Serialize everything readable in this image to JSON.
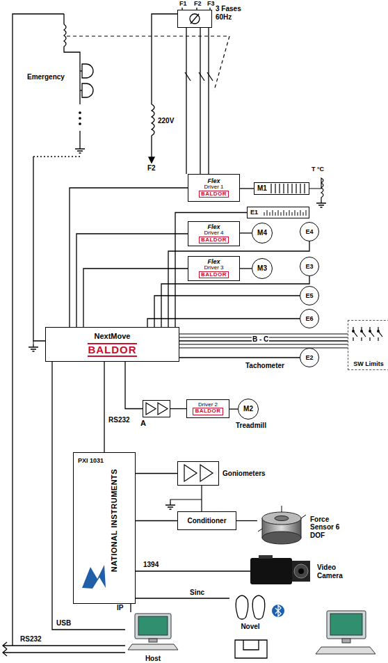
{
  "diagram": {
    "nodes": [
      {
        "text": [
          "3 Fases 60Hz"
        ]
      },
      {
        "text": [
          "Flex",
          "Driver 1",
          "BALDOR"
        ]
      },
      {
        "text": [
          "M1"
        ]
      },
      {
        "text": [
          "E1"
        ]
      },
      {
        "text": [
          "Flex",
          "Driver 4",
          "BALDOR"
        ]
      },
      {
        "text": [
          "M4"
        ]
      },
      {
        "text": [
          "E4"
        ]
      },
      {
        "text": [
          "Flex",
          "Driver 3",
          "BALDOR"
        ]
      },
      {
        "text": [
          "M3"
        ]
      },
      {
        "text": [
          "E3"
        ]
      },
      {
        "text": [
          "E5"
        ]
      },
      {
        "text": [
          "E6"
        ]
      },
      {
        "text": [
          "NextMove",
          "BALDOR"
        ]
      },
      {
        "text": [
          "SW Limits"
        ]
      },
      {
        "text": [
          "E2"
        ]
      },
      {
        "text": [
          "A"
        ]
      },
      {
        "text": [
          "Driver 2",
          "BALDOR"
        ]
      },
      {
        "text": [
          "M2"
        ]
      },
      {
        "text": [
          "PXI 1031",
          "NATIONAL INSTRUMENTS"
        ]
      },
      {
        "text": [
          "Goniometers"
        ]
      },
      {
        "text": [
          "Conditioner"
        ]
      },
      {
        "text": [
          "Force Sensor 6 DOF"
        ]
      },
      {
        "text": [
          "Video Camera"
        ]
      },
      {
        "text": [
          "Host"
        ]
      },
      {
        "text": [
          "Novel"
        ]
      }
    ],
    "edges": [
      {
        "from": 0,
        "to": 1,
        "arrow": "none"
      },
      {
        "from": 1,
        "to": 2,
        "arrow": "none"
      },
      {
        "from": 4,
        "to": 5,
        "arrow": "none"
      },
      {
        "from": 7,
        "to": 8,
        "arrow": "none"
      },
      {
        "from": 12,
        "to": 1,
        "arrow": "none"
      },
      {
        "from": 12,
        "to": 4,
        "arrow": "none"
      },
      {
        "from": 12,
        "to": 7,
        "arrow": "none"
      },
      {
        "from": 12,
        "to": 3,
        "arrow": "none"
      },
      {
        "from": 12,
        "to": 6,
        "arrow": "none"
      },
      {
        "from": 12,
        "to": 9,
        "arrow": "none"
      },
      {
        "from": 12,
        "to": 10,
        "arrow": "none"
      },
      {
        "from": 12,
        "to": 11,
        "arrow": "none"
      },
      {
        "from": 12,
        "to": 13,
        "label": "B - C",
        "arrow": "none"
      },
      {
        "from": 12,
        "to": 14,
        "arrow": "none"
      },
      {
        "from": 12,
        "to": 15,
        "arrow": "none"
      },
      {
        "from": 15,
        "to": 16,
        "arrow": "none"
      },
      {
        "from": 16,
        "to": 17,
        "arrow": "none"
      },
      {
        "from": 18,
        "to": 12,
        "label": "RS232",
        "arrow": "none"
      },
      {
        "from": 18,
        "to": 19,
        "arrow": "none"
      },
      {
        "from": 18,
        "to": 20,
        "arrow": "none"
      },
      {
        "from": 20,
        "to": 21,
        "arrow": "none"
      },
      {
        "from": 18,
        "to": 22,
        "label": "1394",
        "arrow": "none"
      },
      {
        "from": 23,
        "to": 12,
        "label": "USB",
        "arrow": "none"
      },
      {
        "from": 18,
        "to": 23,
        "label": "IP",
        "arrow": "none"
      },
      {
        "from": 24,
        "to": 18,
        "label": "Sinc",
        "arrow": "none"
      }
    ],
    "labels": [
      "F1",
      "F2",
      "F3",
      "Emergency",
      "220V",
      "F2",
      "T °C",
      "Tachometer",
      "Treadmill",
      "RS232"
    ]
  }
}
